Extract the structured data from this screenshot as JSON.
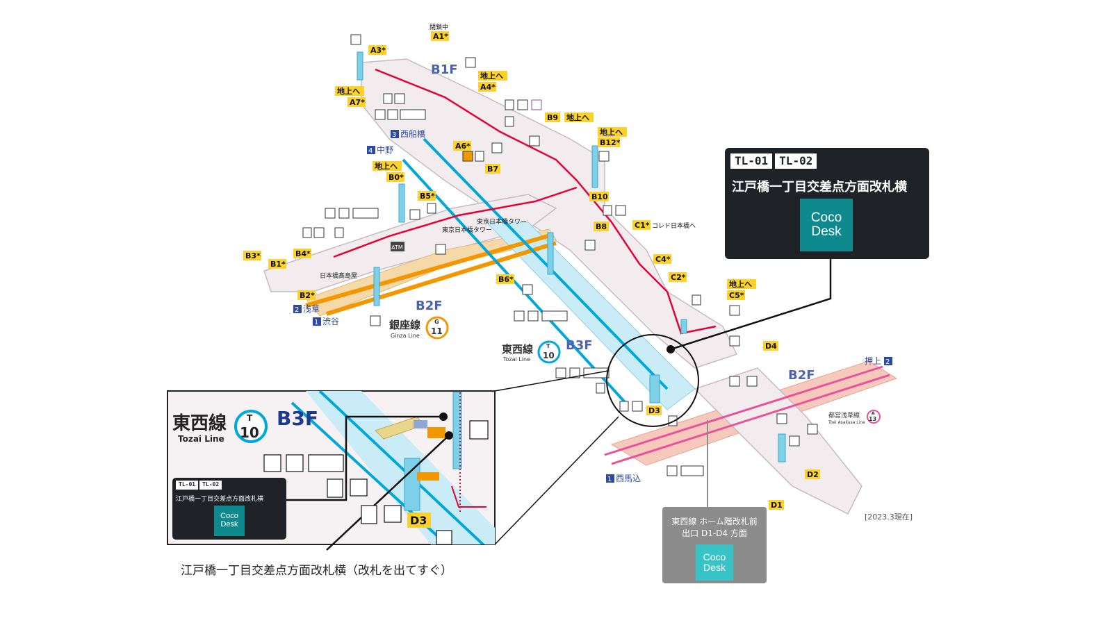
{
  "map": {
    "b1f_label": "B1F",
    "b2f_label": "B2F",
    "b3f_label": "B3F",
    "b2f_right_label": "B2F",
    "exits": {
      "a1": "A1*",
      "a1_note": "閉鎖中",
      "a3": "A3*",
      "a4": "A4*",
      "a6": "A6*",
      "a7": "A7*",
      "b0": "B0*",
      "b1": "B1*",
      "b2": "B2*",
      "b3": "B3*",
      "b4": "B4*",
      "b5": "B5*",
      "b6": "B6*",
      "b7": "B7",
      "b8": "B8",
      "b9": "B9",
      "b10": "B10",
      "b12": "B12*",
      "c1": "C1*",
      "c1_note": "コレド日本橋へ",
      "c2": "C2*",
      "c4": "C4*",
      "c5": "C5*",
      "d1": "D1",
      "d2": "D2",
      "d3": "D3",
      "d4": "D4",
      "to_ground": "地上へ"
    },
    "directions": {
      "nishifunabashi": "西船橋",
      "nishifunabashi_num": "3",
      "nakano": "中野",
      "nakano_num": "4",
      "asakusa": "浅草",
      "asakusa_num": "2",
      "shibuya": "渋谷",
      "shibuya_num": "1",
      "oshiage": "押上",
      "oshiage_num": "2",
      "nishimagome": "西馬込",
      "nishimagome_num": "1"
    },
    "places": {
      "tokyo_nihonbashi_tower_1": "東京日本橋タワー",
      "tokyo_nihonbashi_tower_2": "東京日本橋タワー",
      "takashimaya": "日本橋髙島屋",
      "atm": "ATM"
    },
    "lines": {
      "ginza_jp": "銀座線",
      "ginza_en": "Ginza Line",
      "ginza_letter": "G",
      "ginza_num": "11",
      "tozai_jp": "東西線",
      "tozai_en": "Tozai Line",
      "tozai_letter": "T",
      "tozai_num": "10",
      "asakusa_jp": "都営浅草線",
      "asakusa_en": "Toei Asakusa Line",
      "asakusa_letter": "A",
      "asakusa_num": "13"
    },
    "colors": {
      "ginza": "#f39700",
      "tozai": "#00a7db",
      "asakusa": "#e85298",
      "route": "#e60033",
      "exit_yellow": "#fcd22a",
      "floor": "#f2ecef",
      "callout_bg": "#1f2328",
      "coco": "#0e8a8f",
      "coco_light": "#39c3c6"
    }
  },
  "callout_main": {
    "tag1": "TL-01",
    "tag2": "TL-02",
    "location": "江戸橋一丁目交差点方面改札横",
    "coco_line1": "Coco",
    "coco_line2": "Desk"
  },
  "inset": {
    "line_jp": "東西線",
    "line_en": "Tozai Line",
    "line_letter": "T",
    "line_num": "10",
    "floor": "B3F",
    "tag1": "TL-01",
    "tag2": "TL-02",
    "location": "江戸橋一丁目交差点方面改札横",
    "coco_line1": "Coco",
    "coco_line2": "Desk",
    "exit": "D3"
  },
  "inset_caption": "江戸橋一丁目交差点方面改札横（改札を出てすぐ）",
  "callout_grey": {
    "line1": "東西線 ホーム階改札前",
    "line2": "出口 D1-D4 方面",
    "coco_line1": "Coco",
    "coco_line2": "Desk"
  },
  "date_note": "[2023.3現在]"
}
